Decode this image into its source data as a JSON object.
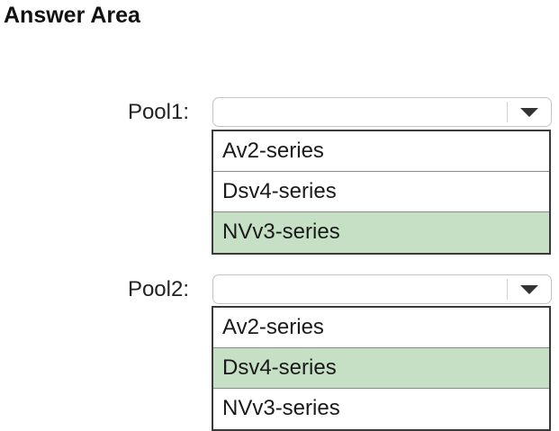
{
  "header": {
    "title": "Answer Area"
  },
  "pools": [
    {
      "label": "Pool1:",
      "options": [
        "Av2-series",
        "Dsv4-series",
        "NVv3-series"
      ],
      "selected_index": 2
    },
    {
      "label": "Pool2:",
      "options": [
        "Av2-series",
        "Dsv4-series",
        "NVv3-series"
      ],
      "selected_index": 1
    }
  ],
  "colors": {
    "selected_highlight": "#c5e0c5",
    "list_border": "#3a3a3a",
    "select_border": "#c4c4c4"
  },
  "icons": {
    "dropdown": "chevron-down-icon"
  }
}
